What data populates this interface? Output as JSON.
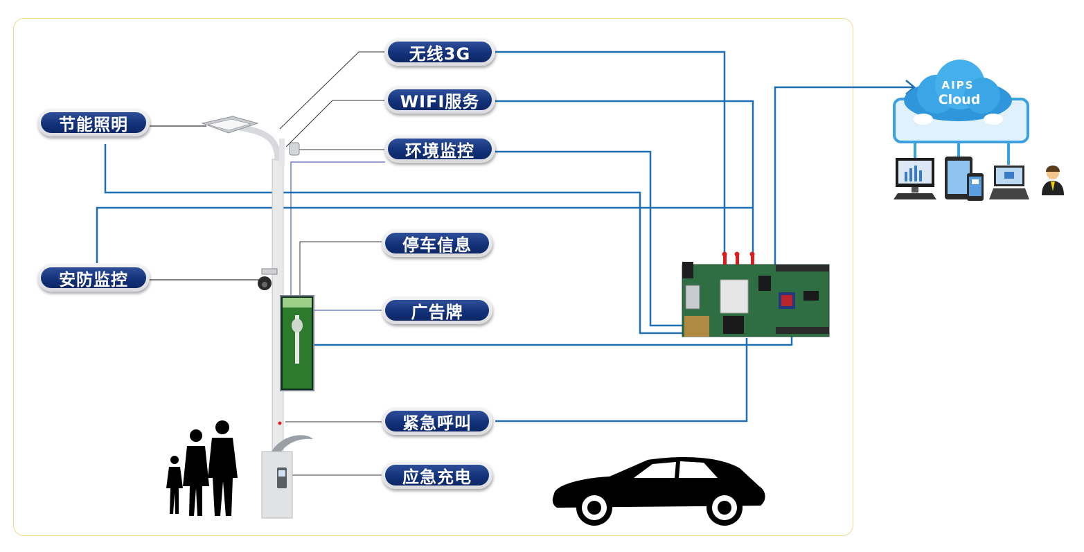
{
  "labels": {
    "wireless_3g": "无线3G",
    "wifi_service": "WIFI服务",
    "energy_lighting": "节能照明",
    "env_monitoring": "环境监控",
    "parking_info": "停车信息",
    "security_monitoring": "安防监控",
    "billboard": "广告牌",
    "emergency_call": "紧急呼叫",
    "emergency_charging": "应急充电"
  },
  "cloud": {
    "line1": "AIPS",
    "line2": "Cloud"
  },
  "colors": {
    "connector_blue": "#1f6fb5",
    "pill_blue": "#13327a",
    "cloud_blue": "#3aa0e0",
    "frame_border": "#f1d98a"
  }
}
